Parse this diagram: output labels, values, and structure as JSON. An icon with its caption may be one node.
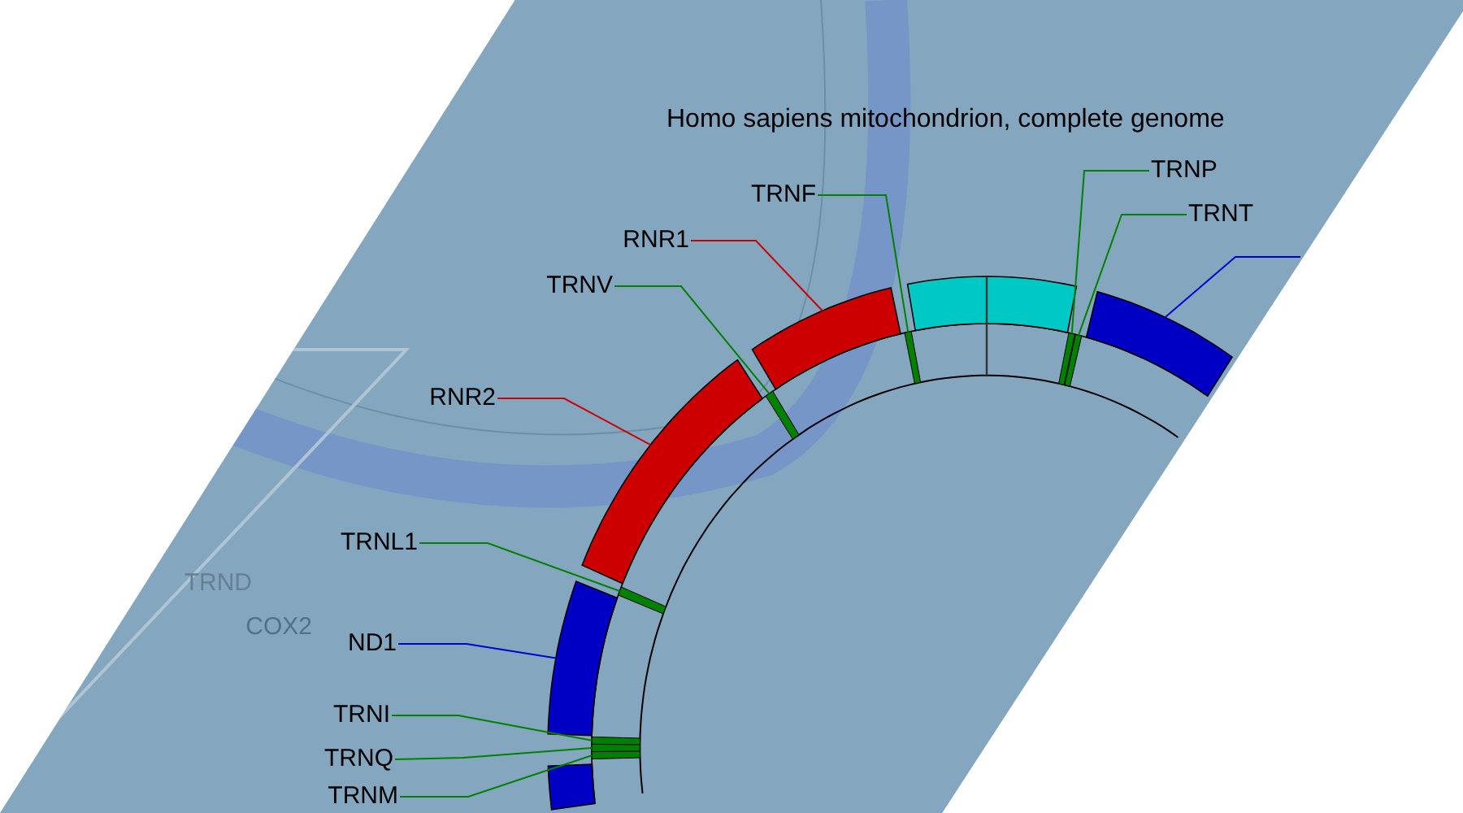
{
  "diagram": {
    "title": "Homo sapiens mitochondrion, complete genome",
    "nodes": [
      {
        "text": [
          "TRNF"
        ]
      },
      {
        "text": [
          "RNR1"
        ]
      },
      {
        "text": [
          "TRNV"
        ]
      },
      {
        "text": [
          "RNR2"
        ]
      },
      {
        "text": [
          "TRNL1"
        ]
      },
      {
        "text": [
          "ND1"
        ]
      },
      {
        "text": [
          "TRNI"
        ]
      },
      {
        "text": [
          "TRNQ"
        ]
      },
      {
        "text": [
          "TRNM"
        ]
      },
      {
        "text": [
          "TRNP"
        ]
      },
      {
        "text": [
          "TRNT"
        ]
      },
      {
        "text": [],
        "shape": "arc"
      },
      {
        "text": [],
        "shape": "arc"
      },
      {
        "text": [],
        "shape": "arc"
      },
      {
        "text": [],
        "shape": "arc"
      },
      {
        "text": [],
        "shape": "arc"
      },
      {
        "text": [],
        "shape": "arc"
      },
      {
        "text": [],
        "shape": "arc"
      },
      {
        "text": [],
        "shape": "bar"
      },
      {
        "text": [],
        "shape": "bar"
      },
      {
        "text": [],
        "shape": "bar"
      },
      {
        "text": [],
        "shape": "bar"
      },
      {
        "text": [],
        "shape": "bar"
      },
      {
        "text": [],
        "shape": "bar"
      },
      {
        "text": [],
        "shape": "bar"
      },
      {
        "text": [],
        "shape": "bar"
      }
    ],
    "edges": [
      {
        "from": 0,
        "to": 18,
        "arrow": "none"
      },
      {
        "from": 1,
        "to": 14,
        "arrow": "none",
        "color": "#cc0000"
      },
      {
        "from": 2,
        "to": 19,
        "arrow": "none"
      },
      {
        "from": 3,
        "to": 13,
        "arrow": "none",
        "color": "#cc0000"
      },
      {
        "from": 4,
        "to": 20,
        "arrow": "none"
      },
      {
        "from": 5,
        "to": 12,
        "arrow": "none",
        "color": "#0000cc"
      },
      {
        "from": 6,
        "to": 21,
        "arrow": "none"
      },
      {
        "from": 7,
        "to": 22,
        "arrow": "none"
      },
      {
        "from": 8,
        "to": 23,
        "arrow": "none"
      },
      {
        "from": 9,
        "to": 24,
        "arrow": "none"
      },
      {
        "from": 10,
        "to": 25,
        "arrow": "none"
      },
      {
        "from": null,
        "to": 17,
        "arrow": "none",
        "color": "#0000cc"
      }
    ],
    "labels": [
      "TRND",
      "COX2"
    ]
  }
}
